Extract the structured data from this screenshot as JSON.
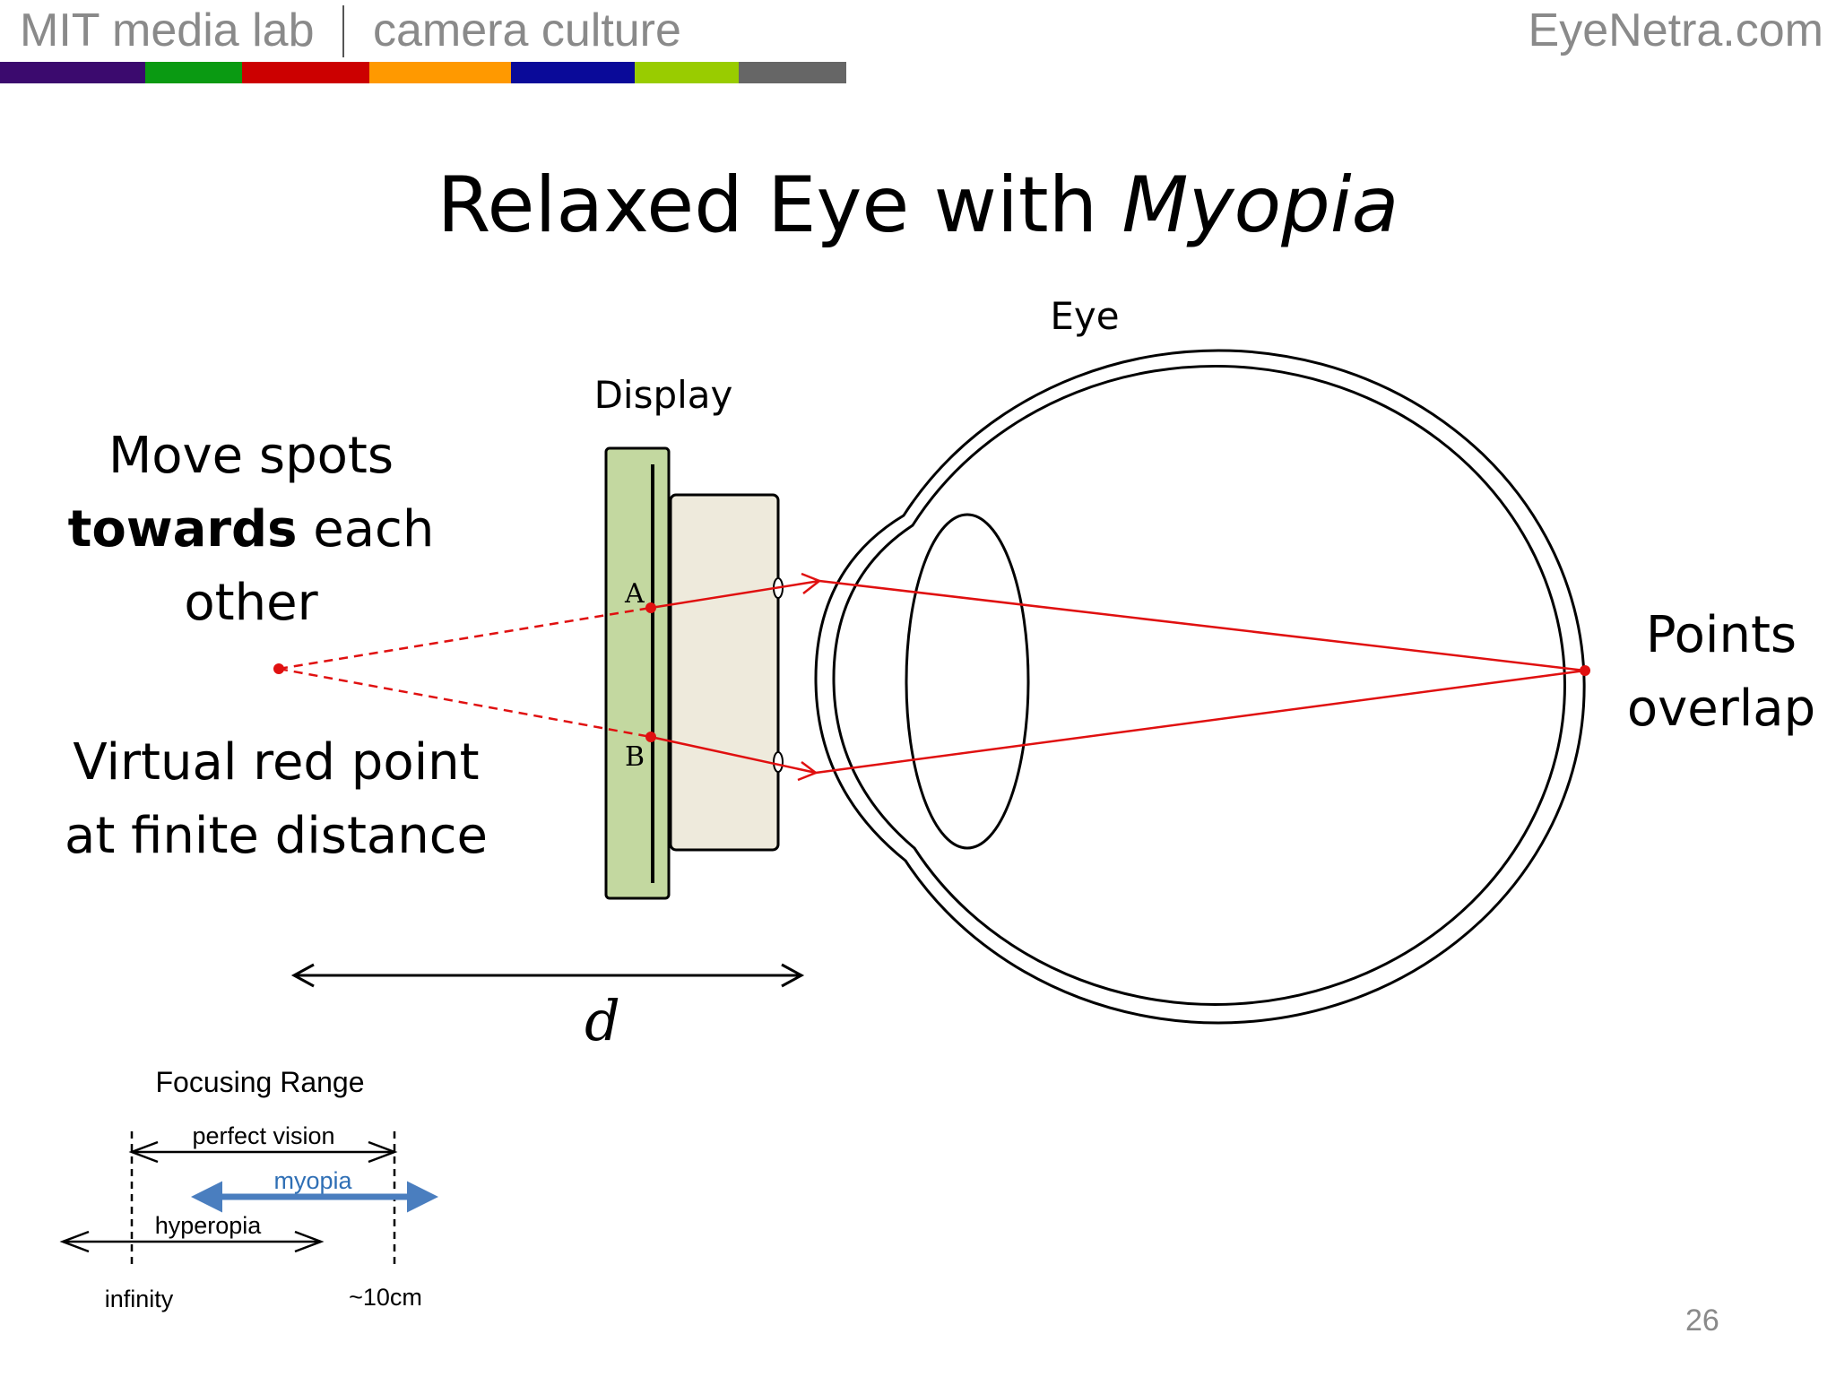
{
  "header": {
    "left_brand": "MIT media lab",
    "left_sub": "camera culture",
    "right_brand": "EyeNetra.com",
    "color_bar": [
      "#3b0a6e",
      "#0a9a12",
      "#cc0000",
      "#ff9900",
      "#0a0a99",
      "#99cc00",
      "#666666"
    ]
  },
  "slide": {
    "title_plain": "Relaxed Eye with ",
    "title_italic": "Myopia",
    "page_number": "26"
  },
  "diagram": {
    "eye_label": "Eye",
    "display_label": "Display",
    "point_a": "A",
    "point_b": "B",
    "distance_label": "d",
    "instruction_line1": "Move spots",
    "instruction_bold": "towards",
    "instruction_rest": " each",
    "instruction_line3": "other",
    "virtual_line1": "Virtual red point",
    "virtual_line2": "at finite distance",
    "overlap_line1": "Points",
    "overlap_line2": "overlap",
    "ray_color": "#e01010",
    "display_color": "#c3d8a0"
  },
  "focusing_range": {
    "title": "Focusing Range",
    "perfect": "perfect vision",
    "myopia": "myopia",
    "hyperopia": "hyperopia",
    "left_end": "infinity",
    "right_end": "~10cm",
    "myopia_color": "#4a7ebf"
  }
}
